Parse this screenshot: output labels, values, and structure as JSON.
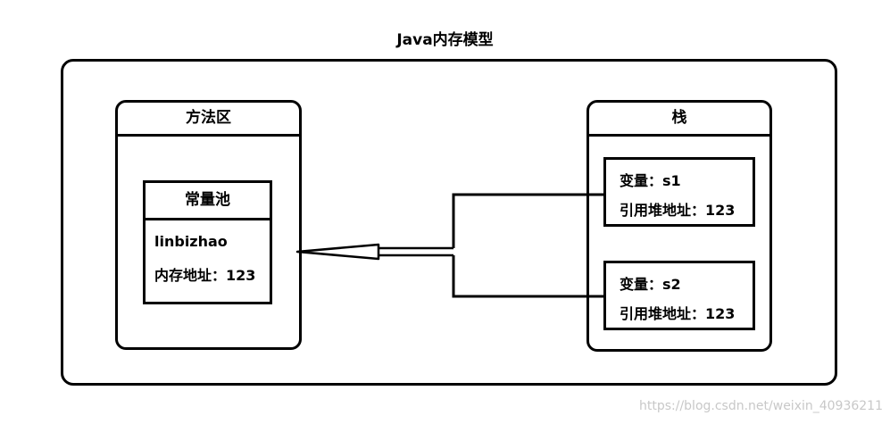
{
  "diagram": {
    "title": "Java内存模型",
    "method_area": {
      "label": "方法区",
      "constant_pool": {
        "label": "常量池",
        "value": "linbizhao",
        "address": "内存地址：123"
      }
    },
    "stack": {
      "label": "栈",
      "variables": [
        {
          "name": "变量：s1",
          "ref": "引用堆地址：123"
        },
        {
          "name": "变量：s2",
          "ref": "引用堆地址：123"
        }
      ]
    }
  },
  "watermark": "https://blog.csdn.net/weixin_40936211"
}
